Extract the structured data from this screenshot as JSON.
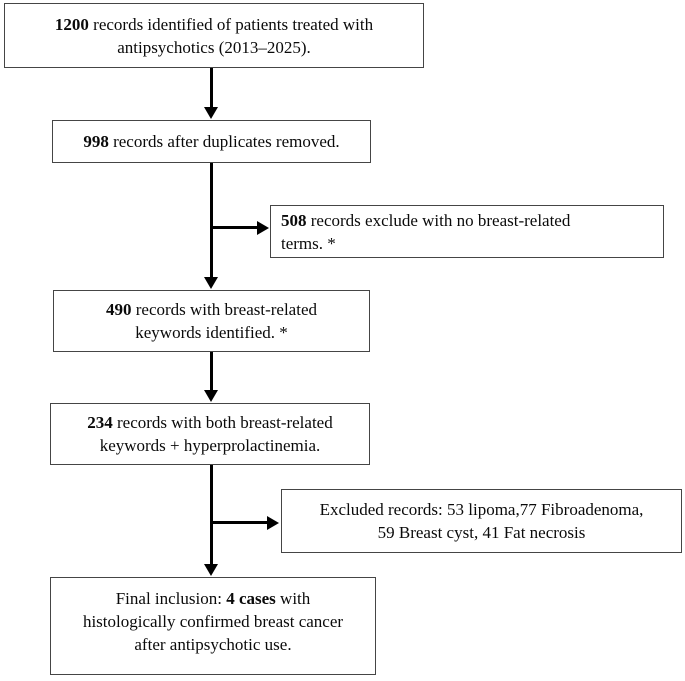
{
  "diagram": {
    "type": "flowchart",
    "colors": {
      "background": "#ffffff",
      "box_border": "#454545",
      "arrow": "#000000",
      "text": "#0a0a0a"
    },
    "boxes": [
      {
        "name": "records-identified",
        "bold": "1200",
        "text": " records identified of patients treated with\nantipsychotics (2013–2025)."
      },
      {
        "name": "after-duplicates-removed",
        "bold": "998",
        "text": " records after duplicates removed."
      },
      {
        "name": "excluded-no-breast-terms",
        "bold": "508",
        "text": " records exclude with no breast-related\nterms. *"
      },
      {
        "name": "breast-keywords-identified",
        "bold": "490",
        "text": " records with breast-related\nkeywords identified. *"
      },
      {
        "name": "keywords-plus-hyperprolactinemia",
        "bold": "234",
        "text": " records with both breast-related\nkeywords + hyperprolactinemia."
      },
      {
        "name": "excluded-benign-records",
        "text": "Excluded records: 53 lipoma,77 Fibroadenoma,\n59 Breast cyst, 41 Fat necrosis"
      },
      {
        "name": "final-inclusion",
        "prefix": "Final inclusion: ",
        "bold": "4 cases",
        "suffix": " with\nhistologically confirmed breast cancer\nafter antipsychotic use."
      }
    ]
  }
}
